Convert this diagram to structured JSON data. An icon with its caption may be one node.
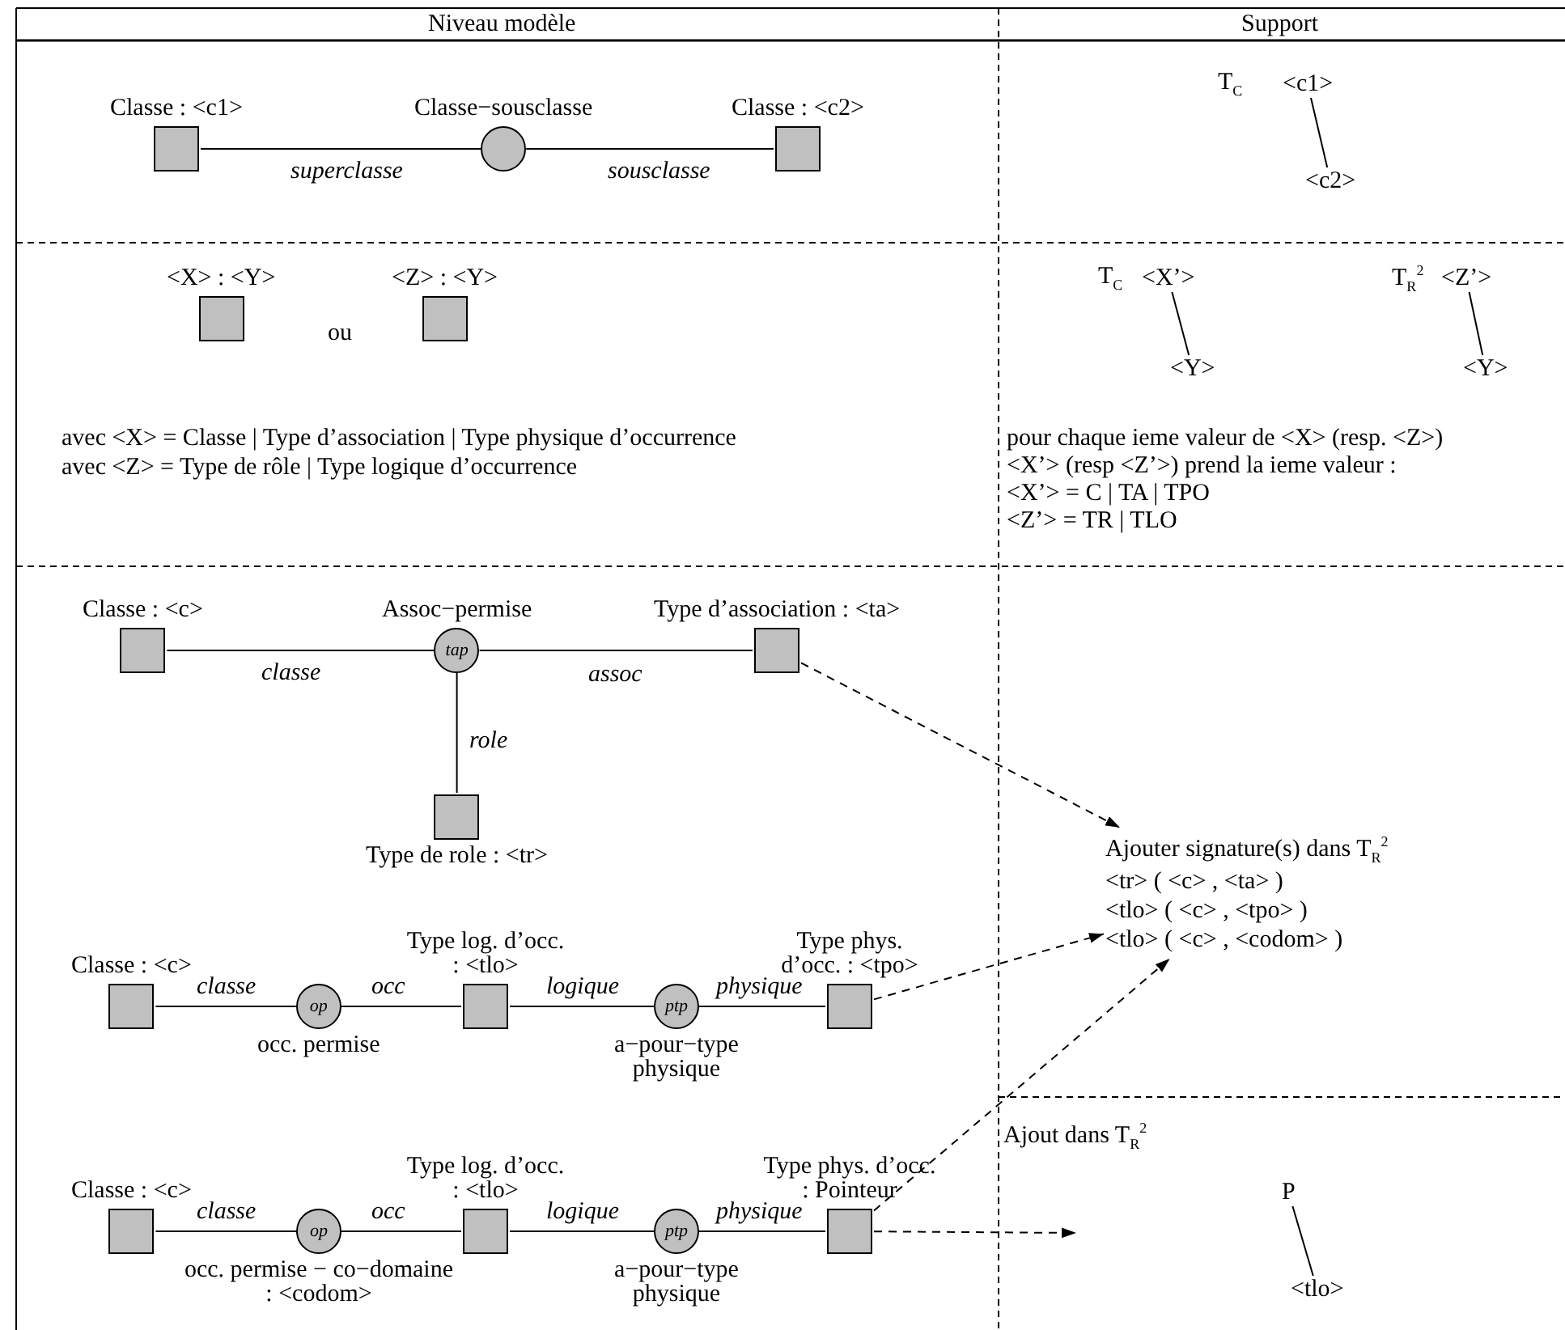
{
  "diagram": {
    "nodes": [
      {
        "text": [
          "Classe : <c1>"
        ]
      },
      {
        "text": [
          "Classe−sousclasse"
        ]
      },
      {
        "text": [
          "Classe : <c2>"
        ]
      },
      {
        "text": [
          "<c1>"
        ]
      },
      {
        "text": [
          "<c2>"
        ]
      },
      {
        "text": [
          "<X> : <Y>"
        ]
      },
      {
        "text": [
          "<Z> : <Y>"
        ]
      },
      {
        "text": [
          "<X’>"
        ]
      },
      {
        "text": [
          "<Y>"
        ]
      },
      {
        "text": [
          "<Z’>"
        ]
      },
      {
        "text": [
          "<Y>"
        ]
      },
      {
        "text": [
          "Classe : <c>"
        ]
      },
      {
        "text": [
          "Assoc−permise",
          "tap"
        ]
      },
      {
        "text": [
          "Type d’association : <ta>"
        ]
      },
      {
        "text": [
          "Type de role : <tr>"
        ]
      },
      {
        "text": [
          "Ajouter signature(s) dans T$_{R}$$^{2}$",
          "<tr> ( <c> , <ta> )",
          "<tlo> ( <c> , <tpo> )",
          "<tlo> ( <c> , <codom> )"
        ]
      },
      {
        "text": [
          "Classe : <c>"
        ]
      },
      {
        "text": [
          "op",
          "occ. permise"
        ]
      },
      {
        "text": [
          "Type log. d’occ. : <tlo>"
        ]
      },
      {
        "text": [
          "ptp",
          "a−pour−type physique"
        ]
      },
      {
        "text": [
          "Type phys. d’occ. : <tpo>"
        ]
      },
      {
        "text": [
          "Classe : <c>"
        ]
      },
      {
        "text": [
          "op",
          "occ. permise − co−domaine : <codom>"
        ]
      },
      {
        "text": [
          "Type log. d’occ. : <tlo>"
        ]
      },
      {
        "text": [
          "ptp",
          "a−pour−type physique"
        ]
      },
      {
        "text": [
          "Type phys. d’occ. : Pointeur"
        ]
      },
      {
        "text": [
          "P"
        ]
      },
      {
        "text": [
          "<tlo>"
        ]
      }
    ],
    "edges": [
      {
        "from": 0,
        "to": 1,
        "arrow": "none",
        "label": "superclasse"
      },
      {
        "from": 1,
        "to": 2,
        "arrow": "none",
        "label": "sousclasse"
      },
      {
        "from": 3,
        "to": 4,
        "arrow": "none"
      },
      {
        "from": 7,
        "to": 8,
        "arrow": "none"
      },
      {
        "from": 9,
        "to": 10,
        "arrow": "none"
      },
      {
        "from": 11,
        "to": 12,
        "arrow": "none",
        "label": "classe"
      },
      {
        "from": 12,
        "to": 13,
        "arrow": "none",
        "label": "assoc"
      },
      {
        "from": 12,
        "to": 14,
        "arrow": "none",
        "label": "role"
      },
      {
        "from": 13,
        "to": 15,
        "arrow": "to",
        "style": "dashed"
      },
      {
        "from": 16,
        "to": 17,
        "arrow": "none",
        "label": "classe"
      },
      {
        "from": 17,
        "to": 18,
        "arrow": "none",
        "label": "occ"
      },
      {
        "from": 18,
        "to": 19,
        "arrow": "none",
        "label": "logique"
      },
      {
        "from": 19,
        "to": 20,
        "arrow": "none",
        "label": "physique"
      },
      {
        "from": 20,
        "to": 15,
        "arrow": "to",
        "style": "dashed"
      },
      {
        "from": 21,
        "to": 22,
        "arrow": "none",
        "label": "classe"
      },
      {
        "from": 22,
        "to": 23,
        "arrow": "none",
        "label": "occ"
      },
      {
        "from": 23,
        "to": 24,
        "arrow": "none",
        "label": "logique"
      },
      {
        "from": 24,
        "to": 25,
        "arrow": "none",
        "label": "physique"
      },
      {
        "from": 25,
        "to": 15,
        "arrow": "to",
        "style": "dashed"
      },
      {
        "from": 25,
        "to": null,
        "arrow": "to",
        "style": "dashed"
      },
      {
        "from": 26,
        "to": 27,
        "arrow": "none"
      }
    ],
    "labels": [
      "Niveau modèle",
      "Support",
      "T$_{C}$",
      "ou",
      "T$_{C}$",
      "T$_{R}$$^{2}$",
      "avec <X> = Classe | Type d’association | Type physique d’occurrence",
      "avec <Z> = Type de rôle | Type logique d’occurrence",
      "pour chaque ieme valeur de <X> (resp. <Z>)",
      "<X’> (resp <Z’>) prend la ieme valeur :",
      "<X’> = C | TA | TPO",
      "<Z’> = TR | TLO",
      "Ajout dans T$_{R}$$^{2}$"
    ]
  }
}
